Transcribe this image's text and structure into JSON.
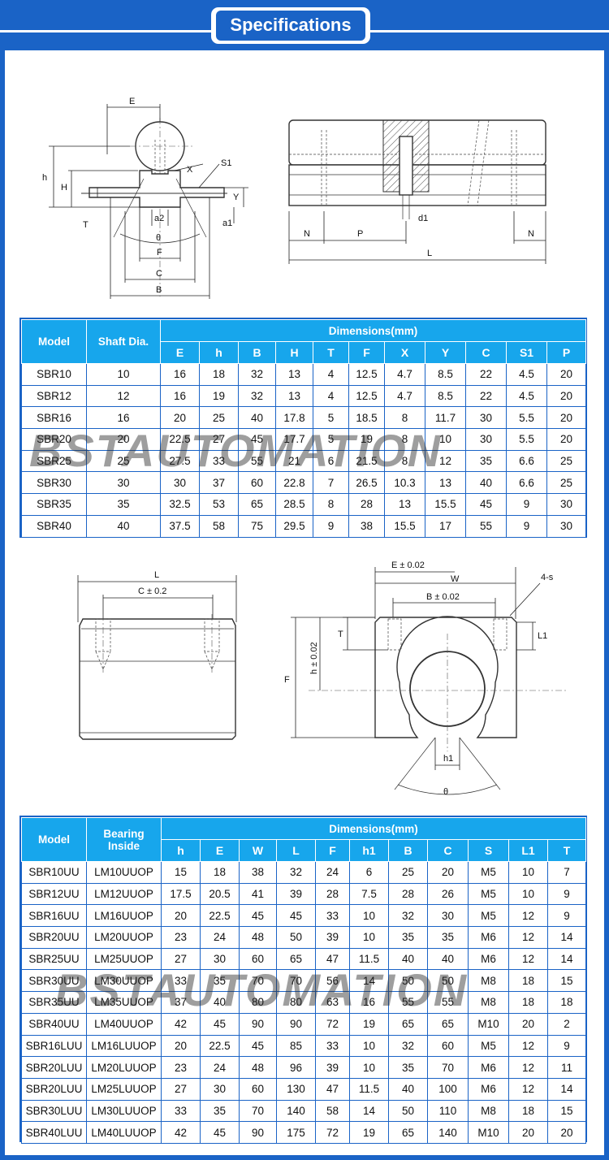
{
  "header": {
    "title": "Specifications"
  },
  "watermark": "BSTAUTOMATION",
  "drawing1": {
    "labels": {
      "E": "E",
      "h": "h",
      "H": "H",
      "T": "T",
      "X": "X",
      "S1": "S1",
      "Y": "Y",
      "a2": "a2",
      "a1": "a1",
      "theta": "θ",
      "F": "F",
      "C": "C",
      "B": "B"
    }
  },
  "drawing2": {
    "labels": {
      "d1": "d1",
      "N_left": "N",
      "P": "P",
      "N_right": "N",
      "L": "L"
    }
  },
  "table1": {
    "model_header": "Model",
    "shaft_header": "Shaft Dia.",
    "dimensions_header": "Dimensions(mm)",
    "columns": [
      "E",
      "h",
      "B",
      "H",
      "T",
      "F",
      "X",
      "Y",
      "C",
      "S1",
      "P"
    ],
    "rows": [
      {
        "model": "SBR10",
        "shaft": "10",
        "values": [
          "16",
          "18",
          "32",
          "13",
          "4",
          "12.5",
          "4.7",
          "8.5",
          "22",
          "4.5",
          "20"
        ]
      },
      {
        "model": "SBR12",
        "shaft": "12",
        "values": [
          "16",
          "19",
          "32",
          "13",
          "4",
          "12.5",
          "4.7",
          "8.5",
          "22",
          "4.5",
          "20"
        ]
      },
      {
        "model": "SBR16",
        "shaft": "16",
        "values": [
          "20",
          "25",
          "40",
          "17.8",
          "5",
          "18.5",
          "8",
          "11.7",
          "30",
          "5.5",
          "20"
        ]
      },
      {
        "model": "SBR20",
        "shaft": "20",
        "values": [
          "22.5",
          "27",
          "45",
          "17.7",
          "5",
          "19",
          "8",
          "10",
          "30",
          "5.5",
          "20"
        ]
      },
      {
        "model": "SBR25",
        "shaft": "25",
        "values": [
          "27.5",
          "33",
          "55",
          "21",
          "6",
          "21.5",
          "8",
          "12",
          "35",
          "6.6",
          "25"
        ]
      },
      {
        "model": "SBR30",
        "shaft": "30",
        "values": [
          "30",
          "37",
          "60",
          "22.8",
          "7",
          "26.5",
          "10.3",
          "13",
          "40",
          "6.6",
          "25"
        ]
      },
      {
        "model": "SBR35",
        "shaft": "35",
        "values": [
          "32.5",
          "53",
          "65",
          "28.5",
          "8",
          "28",
          "13",
          "15.5",
          "45",
          "9",
          "30"
        ]
      },
      {
        "model": "SBR40",
        "shaft": "40",
        "values": [
          "37.5",
          "58",
          "75",
          "29.5",
          "9",
          "38",
          "15.5",
          "17",
          "55",
          "9",
          "30"
        ]
      }
    ]
  },
  "drawing3": {
    "labels": {
      "L": "L",
      "C": "C ± 0.2"
    }
  },
  "drawing4": {
    "labels": {
      "E": "E ± 0.02",
      "W": "W",
      "s": "4-s",
      "B": "B ± 0.02",
      "T": "T",
      "L1": "L1",
      "h": "h ± 0.02",
      "F": "F",
      "h1": "h1",
      "theta": "θ"
    }
  },
  "table2": {
    "model_header": "Model",
    "bearing_header": "Bearing Inside",
    "dimensions_header": "Dimensions(mm)",
    "columns": [
      "h",
      "E",
      "W",
      "L",
      "F",
      "h1",
      "B",
      "C",
      "S",
      "L1",
      "T"
    ],
    "rows": [
      {
        "model": "SBR10UU",
        "bearing": "LM10UUOP",
        "values": [
          "15",
          "18",
          "38",
          "32",
          "24",
          "6",
          "25",
          "20",
          "M5",
          "10",
          "7"
        ]
      },
      {
        "model": "SBR12UU",
        "bearing": "LM12UUOP",
        "values": [
          "17.5",
          "20.5",
          "41",
          "39",
          "28",
          "7.5",
          "28",
          "26",
          "M5",
          "10",
          "9"
        ]
      },
      {
        "model": "SBR16UU",
        "bearing": "LM16UUOP",
        "values": [
          "20",
          "22.5",
          "45",
          "45",
          "33",
          "10",
          "32",
          "30",
          "M5",
          "12",
          "9"
        ]
      },
      {
        "model": "SBR20UU",
        "bearing": "LM20UUOP",
        "values": [
          "23",
          "24",
          "48",
          "50",
          "39",
          "10",
          "35",
          "35",
          "M6",
          "12",
          "14"
        ]
      },
      {
        "model": "SBR25UU",
        "bearing": "LM25UUOP",
        "values": [
          "27",
          "30",
          "60",
          "65",
          "47",
          "11.5",
          "40",
          "40",
          "M6",
          "12",
          "14"
        ]
      },
      {
        "model": "SBR30UU",
        "bearing": "LM30UUOP",
        "values": [
          "33",
          "35",
          "70",
          "70",
          "56",
          "14",
          "50",
          "50",
          "M8",
          "18",
          "15"
        ]
      },
      {
        "model": "SBR35UU",
        "bearing": "LM35UUOP",
        "values": [
          "37",
          "40",
          "80",
          "80",
          "63",
          "16",
          "55",
          "55",
          "M8",
          "18",
          "18"
        ]
      },
      {
        "model": "SBR40UU",
        "bearing": "LM40UUOP",
        "values": [
          "42",
          "45",
          "90",
          "90",
          "72",
          "19",
          "65",
          "65",
          "M10",
          "20",
          "2"
        ]
      },
      {
        "model": "SBR16LUU",
        "bearing": "LM16LUUOP",
        "values": [
          "20",
          "22.5",
          "45",
          "85",
          "33",
          "10",
          "32",
          "60",
          "M5",
          "12",
          "9"
        ]
      },
      {
        "model": "SBR20LUU",
        "bearing": "LM20LUUOP",
        "values": [
          "23",
          "24",
          "48",
          "96",
          "39",
          "10",
          "35",
          "70",
          "M6",
          "12",
          "11"
        ]
      },
      {
        "model": "SBR20LUU",
        "bearing": "LM25LUUOP",
        "values": [
          "27",
          "30",
          "60",
          "130",
          "47",
          "11.5",
          "40",
          "100",
          "M6",
          "12",
          "14"
        ]
      },
      {
        "model": "SBR30LUU",
        "bearing": "LM30LUUOP",
        "values": [
          "33",
          "35",
          "70",
          "140",
          "58",
          "14",
          "50",
          "110",
          "M8",
          "18",
          "15"
        ]
      },
      {
        "model": "SBR40LUU",
        "bearing": "LM40LUUOP",
        "values": [
          "42",
          "45",
          "90",
          "175",
          "72",
          "19",
          "65",
          "140",
          "M10",
          "20",
          "20"
        ]
      }
    ]
  }
}
